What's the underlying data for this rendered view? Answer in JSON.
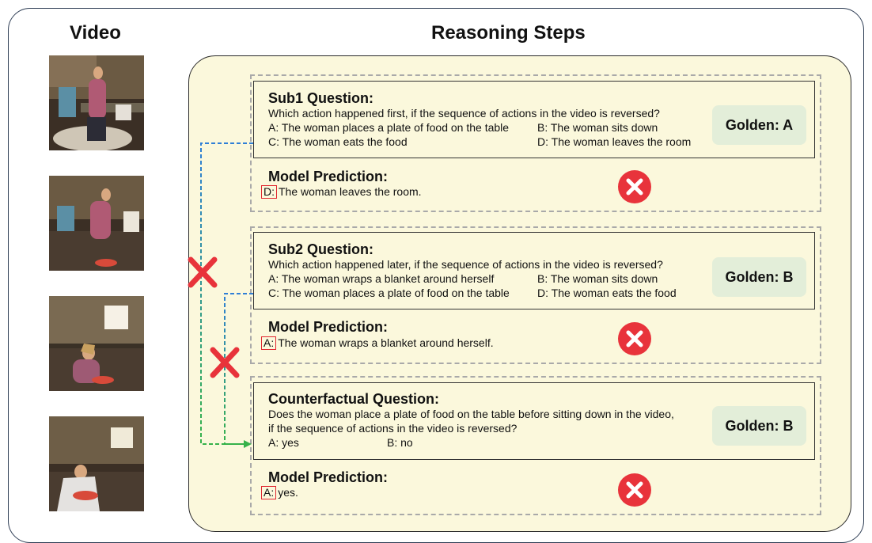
{
  "video_title": "Video",
  "reasoning_title": "Reasoning Steps",
  "steps": [
    {
      "title": "Sub1 Question:",
      "question": "Which action happened first, if the sequence of actions in the video is reversed?",
      "options": {
        "a": "A: The woman places a plate of food on the table",
        "b": "B: The woman sits down",
        "c": "C: The woman eats the food",
        "d": "D: The woman leaves the room"
      },
      "golden": "Golden: A",
      "prediction_title": "Model Prediction:",
      "prediction_letter": "D:",
      "prediction_text": "The woman leaves the room."
    },
    {
      "title": "Sub2 Question:",
      "question": "Which action happened later, if the sequence of actions in the video is reversed?",
      "options": {
        "a": "A: The woman wraps a blanket around herself",
        "b": "B: The woman sits down",
        "c": "C: The woman places a plate of food on the table",
        "d": "D: The woman eats the food"
      },
      "golden": "Golden: B",
      "prediction_title": "Model Prediction:",
      "prediction_letter": "A:",
      "prediction_text": "The woman wraps a blanket around herself."
    },
    {
      "title": "Counterfactual Question:",
      "question_line1": "Does the woman place a plate of food on the table before sitting down in the video,",
      "question_line2": "if the sequence of actions in the video is reversed?",
      "options": {
        "a": "A: yes",
        "b": "B: no"
      },
      "golden": "Golden: B",
      "prediction_title": "Model Prediction:",
      "prediction_letter": "A:",
      "prediction_text": "yes."
    }
  ],
  "colors": {
    "panel_bg": "#fbf8dc",
    "golden_bg": "#e3eed9",
    "wrong_red": "#e8333b",
    "link_blue": "#2f7fd6",
    "link_green": "#36b24a",
    "dashed_gray": "#a9a9a9"
  },
  "icons": [
    "video-frame-thumbnail",
    "wrong-x-circle-icon",
    "red-cross-mark-icon",
    "arrow-right-icon"
  ]
}
